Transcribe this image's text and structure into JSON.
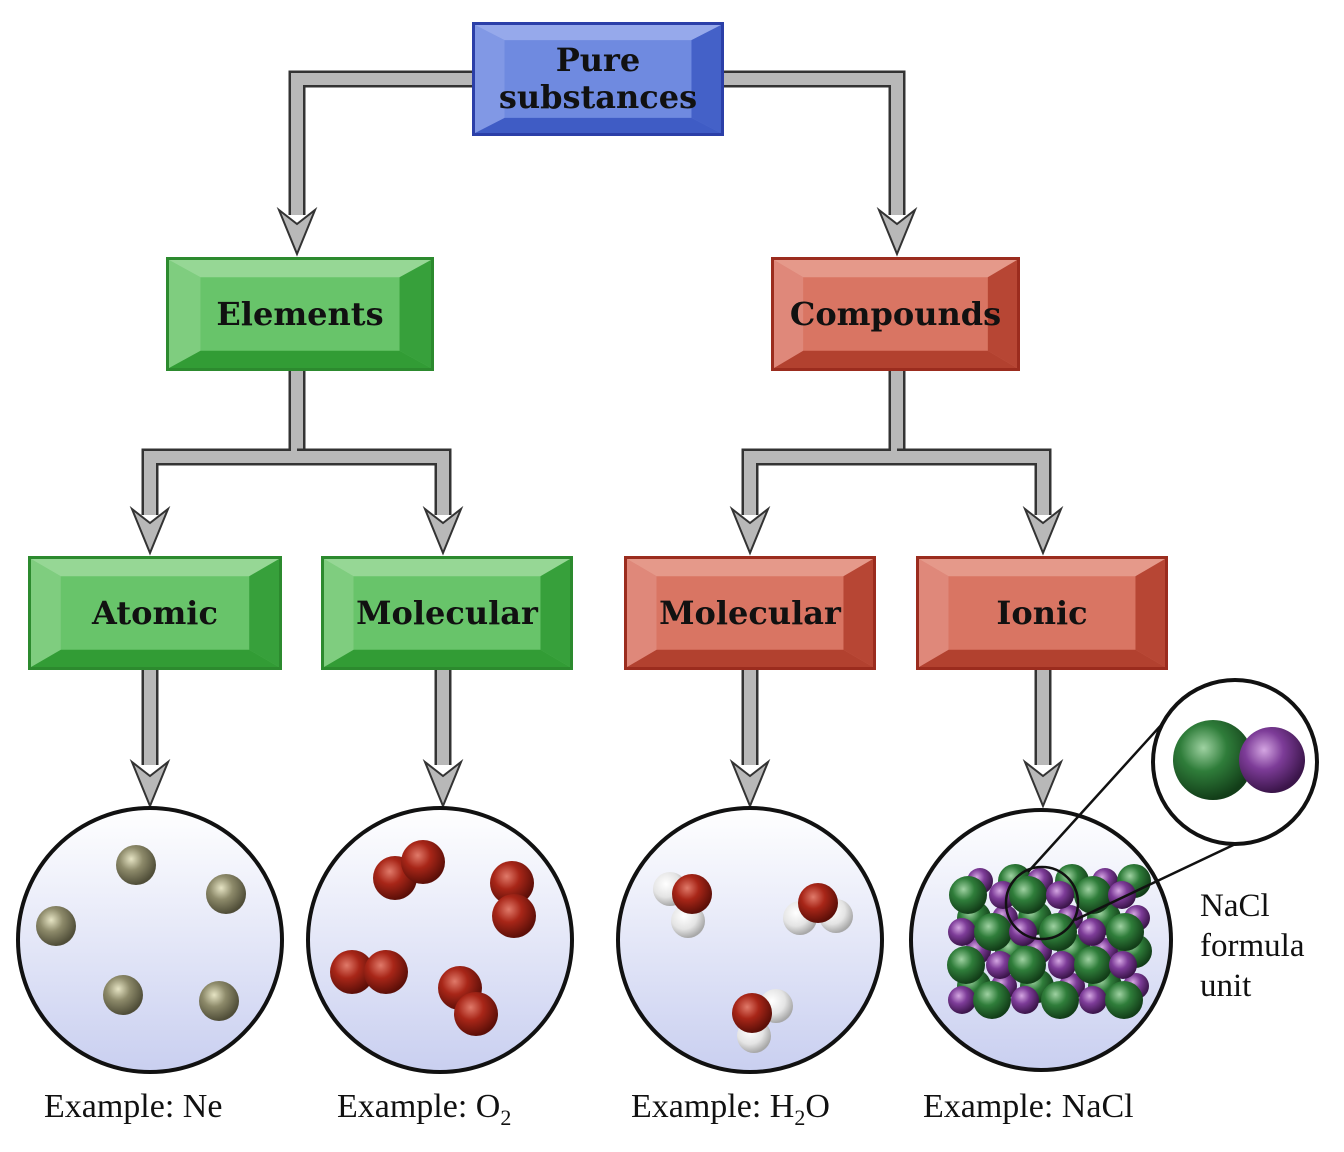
{
  "title": "Classification of pure substances",
  "colors": {
    "root": "#5a78d8",
    "element_branch": "#4cb54f",
    "compound_branch": "#cc5a48",
    "arrow": "#b8b8b8",
    "particle_bg": "#dfe3f7",
    "neon_atom": "#8d8a6a",
    "oxygen_atom": "#a82618",
    "hydrogen_atom": "#e8e8e8",
    "chloride_ion": "#2f7d3a",
    "sodium_ion": "#7d3c98"
  },
  "nodes": {
    "root": {
      "label_line1": "Pure",
      "label_line2": "substances"
    },
    "elements": {
      "label": "Elements"
    },
    "compounds": {
      "label": "Compounds"
    },
    "atomic": {
      "label": "Atomic"
    },
    "molecular_element": {
      "label": "Molecular"
    },
    "molecular_compound": {
      "label": "Molecular"
    },
    "ionic": {
      "label": "Ionic"
    }
  },
  "examples": [
    {
      "prefix": "Example: ",
      "formula": "Ne",
      "formula_parts": [
        "Ne"
      ],
      "subscript": "",
      "particle": "atoms",
      "count": 5
    },
    {
      "prefix": "Example: ",
      "formula": "O2",
      "main": "O",
      "subscript": "2",
      "particle": "diatomic molecules",
      "count": 4
    },
    {
      "prefix": "Example: ",
      "formula": "H2O",
      "main": "H",
      "subscript": "2",
      "suffix": "O",
      "particle": "water molecules",
      "count": 3
    },
    {
      "prefix": "Example: ",
      "formula": "NaCl",
      "main": "NaCl",
      "particle": "ionic lattice"
    }
  ],
  "inset": {
    "label_line1": "NaCl",
    "label_line2": "formula",
    "label_line3": "unit"
  }
}
